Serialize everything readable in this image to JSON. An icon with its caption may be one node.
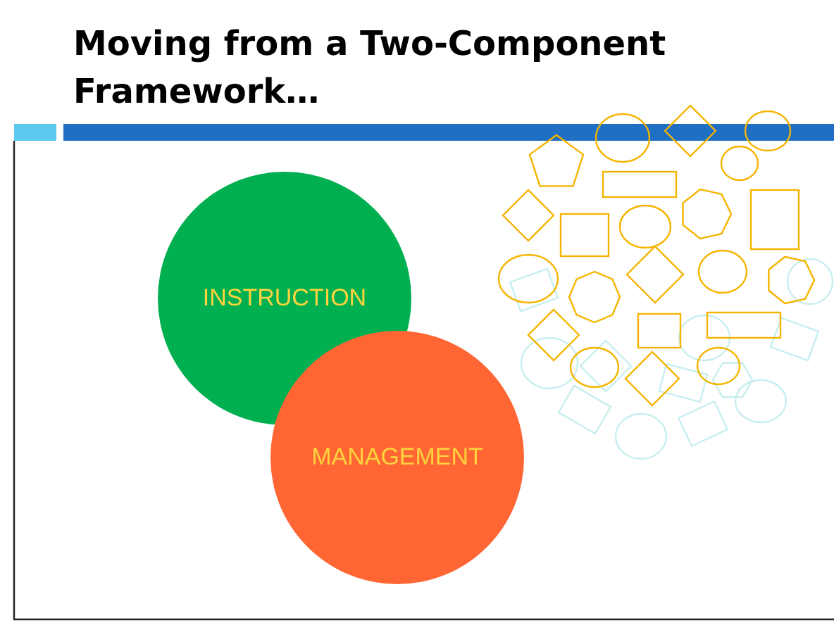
{
  "diagram": {
    "title": "Moving from a Two-Component Framework…",
    "nodes": [
      {
        "text": [
          "INSTRUCTION"
        ]
      },
      {
        "text": [
          "MANAGEMENT"
        ]
      }
    ]
  }
}
